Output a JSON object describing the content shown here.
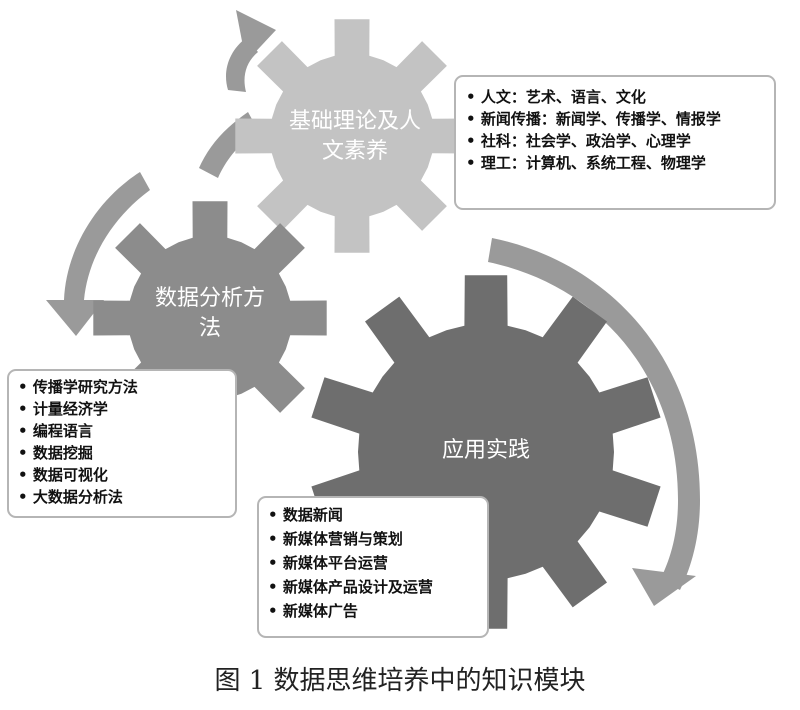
{
  "figure": {
    "caption": "图 1   数据思维培养中的知识模块"
  },
  "colors": {
    "gear_theory": "#c3c3c3",
    "gear_method": "#8c8c8c",
    "gear_practice": "#6e6e6e",
    "arrow": "#9a9a9a",
    "box_border": "#b5b5b5",
    "text": "#111111"
  },
  "modules": [
    {
      "id": "theory",
      "title_lines": [
        "基础理论及人",
        "文素养"
      ],
      "items": [
        "人文：艺术、语言、文化",
        "新闻传播：新闻学、传播学、情报学",
        "社科：社会学、政治学、心理学",
        "理工：计算机、系统工程、物理学"
      ]
    },
    {
      "id": "method",
      "title_lines": [
        "数据分析方",
        "法"
      ],
      "items": [
        "传播学研究方法",
        "计量经济学",
        "编程语言",
        "数据挖掘",
        "数据可视化",
        "大数据分析法"
      ]
    },
    {
      "id": "practice",
      "title_lines": [
        "应用实践"
      ],
      "items": [
        "数据新闻",
        "新媒体营销与策划",
        "新媒体平台运营",
        "新媒体产品设计及运营",
        "新媒体广告"
      ]
    }
  ]
}
